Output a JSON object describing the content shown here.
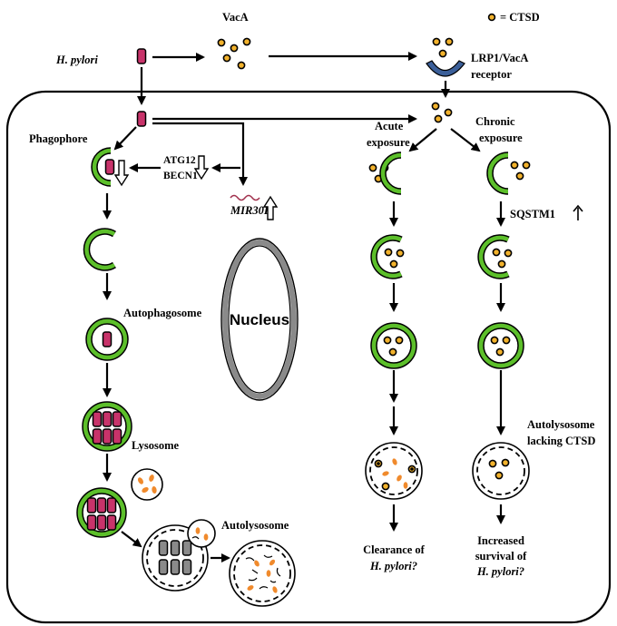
{
  "legend": {
    "ctsd_label": "= CTSD"
  },
  "labels": {
    "vaca": "VacA",
    "h_pylori": "H. pylori",
    "receptor_line1": "LRP1/VacA",
    "receptor_line2": "receptor",
    "phagophore": "Phagophore",
    "atg12": "ATG12",
    "becn1": "BECN1",
    "mir30b": "MIR30B",
    "acute_line1": "Acute",
    "acute_line2": "exposure",
    "chronic_line1": "Chronic",
    "chronic_line2": "exposure",
    "sqstm1": "SQSTM1",
    "autophagosome": "Autophagosome",
    "nucleus": "Nucleus",
    "lysosome": "Lysosome",
    "autolysosome": "Autolysosome",
    "autolysosome_lacking_line1": "Autolysosome",
    "autolysosome_lacking_line2": "lacking CTSD",
    "clearance_line1": "Clearance of",
    "clearance_line2": "H. pylori?",
    "survival_line1": "Increased",
    "survival_line2": "survival of",
    "survival_line3": "H. pylori?"
  },
  "colors": {
    "membrane_green": "#5cbf2a",
    "vaca_bead": "#f2b22c",
    "hpylori_magenta": "#c8336a",
    "ctsd_orange": "#f08a2c",
    "nucleus_gray": "#8a8a8a",
    "receptor_blue": "#3b5f99"
  }
}
